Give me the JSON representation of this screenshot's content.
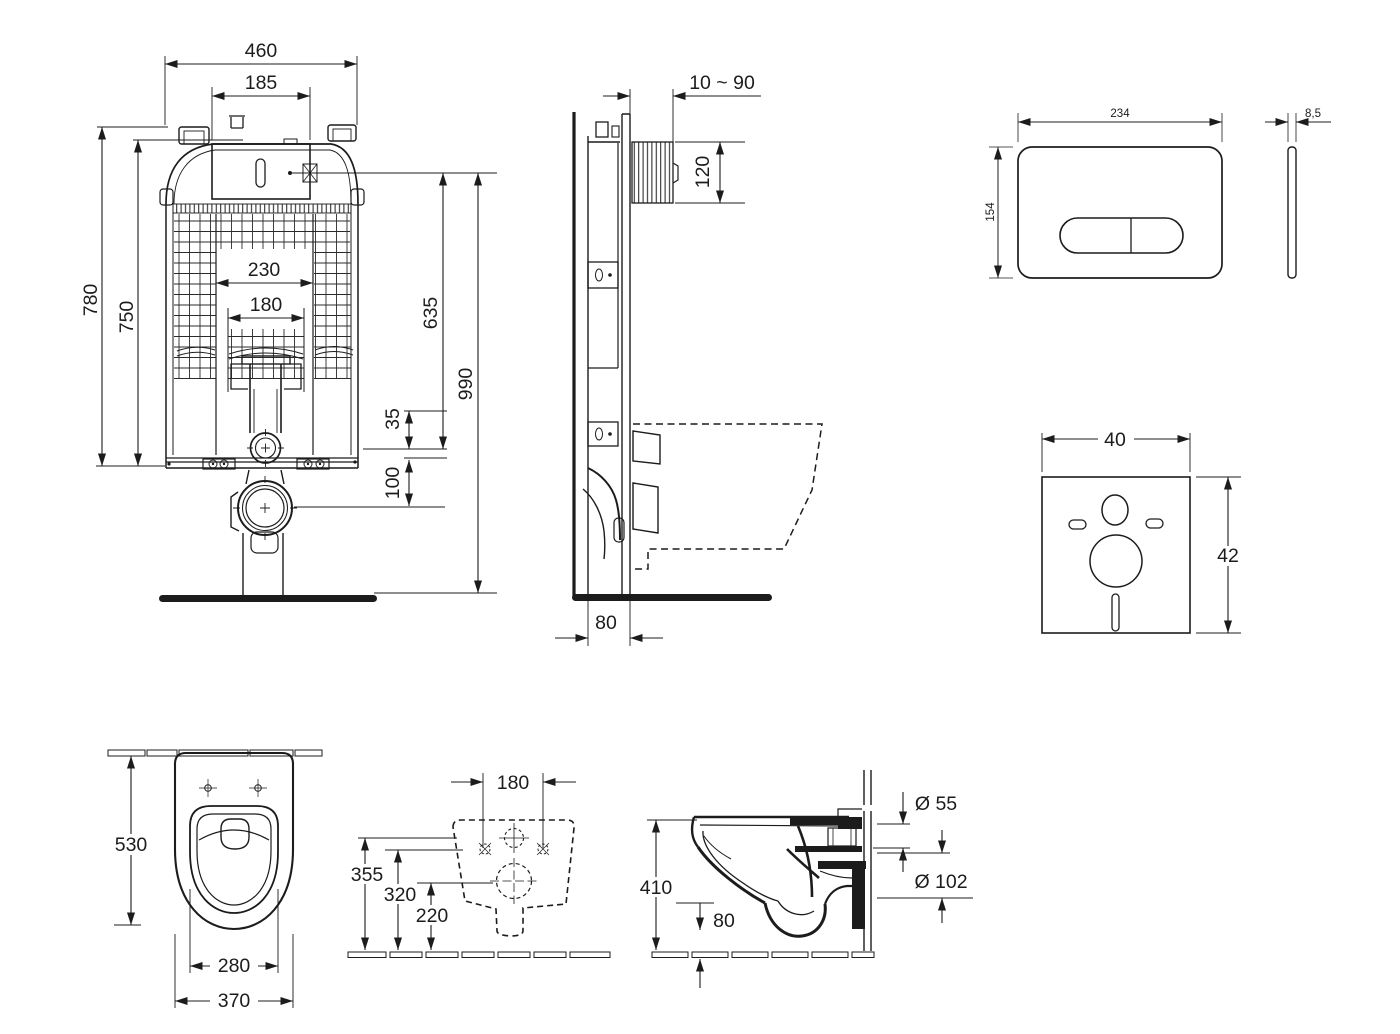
{
  "drawing": {
    "type": "technical-installation-drawing",
    "background_color": "#ffffff",
    "line_color": "#1c1c1c",
    "views": {
      "cistern_front": {
        "dims": {
          "overall_width": "460",
          "tank_access_width": "185",
          "frame_height": "780",
          "tank_height": "750",
          "rail_spacing": "230",
          "flush_pipe_spacing": "180",
          "valve_height": "635",
          "total_height": "990",
          "valve_offset": "35",
          "outlet_offset": "100"
        }
      },
      "frame_side": {
        "dims": {
          "wall_distance_range": "10 ~ 90",
          "inlet_box_height": "120",
          "frame_depth": "80"
        }
      },
      "flush_plate": {
        "dims": {
          "width": "234",
          "height": "154",
          "thickness": "8,5"
        }
      },
      "sound_mat": {
        "dims": {
          "width": "40",
          "height": "42"
        }
      },
      "pan_top": {
        "dims": {
          "depth": "530",
          "seat_width": "280",
          "pan_width": "370"
        }
      },
      "pan_rear": {
        "dims": {
          "fixing_hole_spacing": "180",
          "height_top": "355",
          "height_mid": "320",
          "height_low": "220"
        }
      },
      "pan_side": {
        "dims": {
          "height": "410",
          "floor_clearance": "80",
          "inlet_diameter": "Ø 55",
          "outlet_diameter": "Ø 102"
        }
      }
    }
  }
}
